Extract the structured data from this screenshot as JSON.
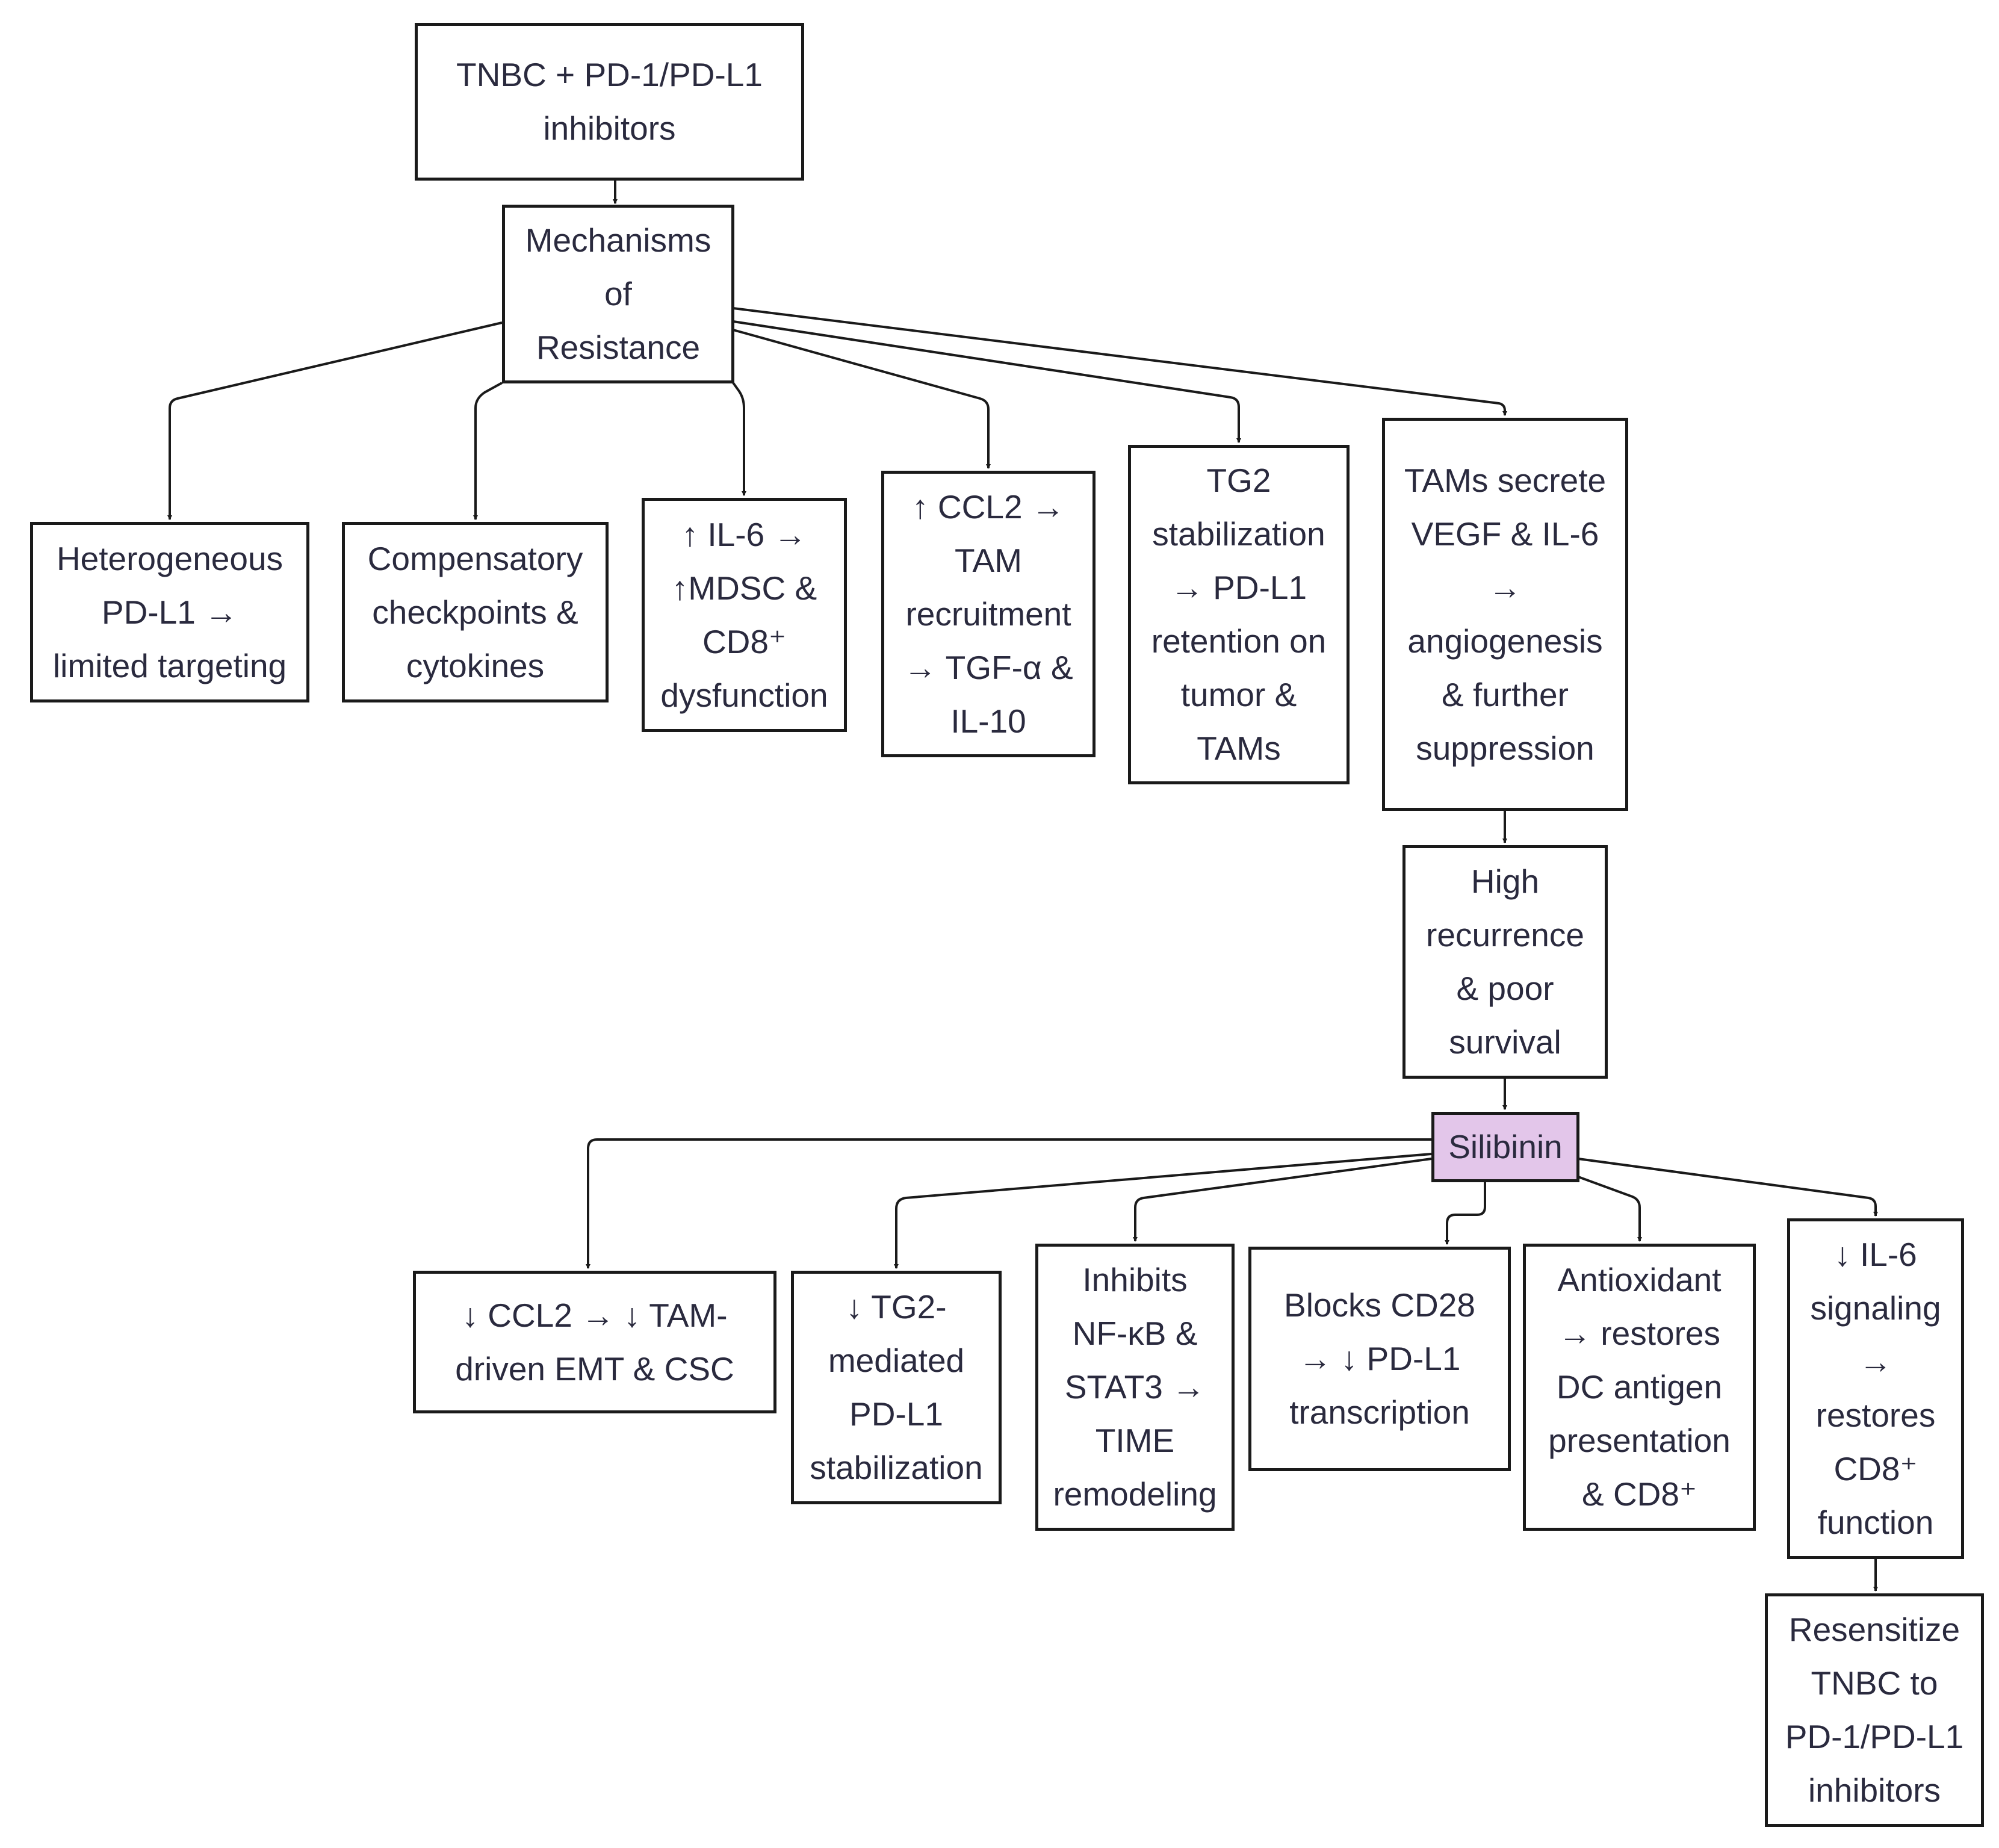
{
  "colors": {
    "box_border": "#1a1a1a",
    "text": "#2a2a3e",
    "edge": "#1a1a1a",
    "highlight_fill": "#e3c6ea"
  },
  "nodes": {
    "root": "TNBC + PD-1/PD-L1\ninhibitors",
    "mechanisms": "Mechanisms\nof\nResistance",
    "heterogeneous": "Heterogeneous\nPD-L1 →\nlimited targeting",
    "compensatory": "Compensatory\ncheckpoints &\ncytokines",
    "il6": "↑ IL-6 →\n↑MDSC &\nCD8⁺\ndysfunction",
    "ccl2": "↑ CCL2 →\nTAM\nrecruitment\n→ TGF-α &\nIL-10",
    "tg2": "TG2\nstabilization\n→ PD-L1\nretention on\ntumor &\nTAMs",
    "tams": "TAMs secrete\nVEGF & IL-6\n→\nangiogenesis\n& further\nsuppression",
    "recurrence": "High\nrecurrence\n& poor\nsurvival",
    "silibinin": "Silibinin",
    "ccl2_down": "↓ CCL2 → ↓ TAM-\ndriven EMT & CSC",
    "tg2_down": "↓ TG2-\nmediated\nPD-L1\nstabilization",
    "nfkb": "Inhibits\nNF-κB &\nSTAT3 →\nTIME\nremodeling",
    "cd28": "Blocks CD28\n→ ↓ PD-L1\ntranscription",
    "antioxidant": "Antioxidant\n→ restores\nDC antigen\npresentation\n& CD8⁺",
    "il6_down": "↓ IL-6\nsignaling\n→\nrestores\nCD8⁺\nfunction",
    "resensitize": "Resensitize\nTNBC to\nPD-1/PD-L1\ninhibitors"
  }
}
